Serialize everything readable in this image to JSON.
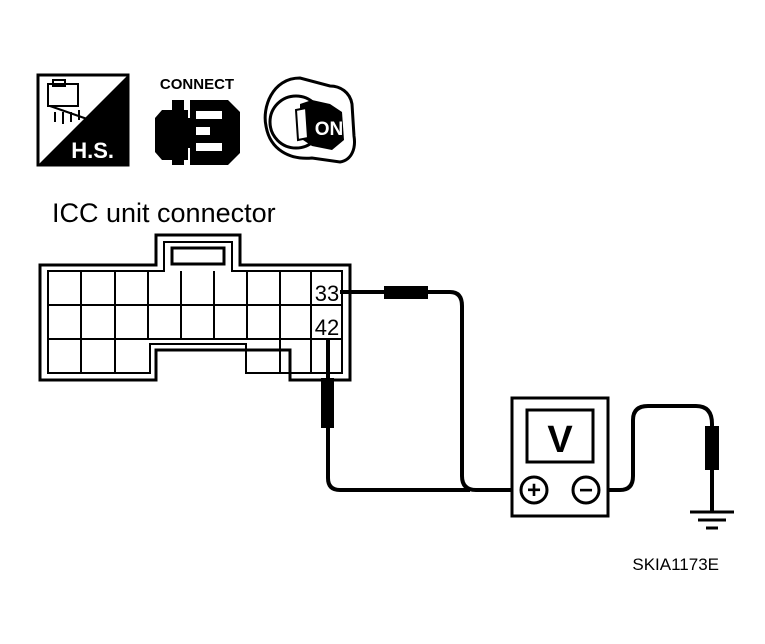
{
  "icons": {
    "hs_label": "H.S.",
    "connect_label": "CONNECT",
    "ignition_label": "ON"
  },
  "connector": {
    "title": "ICC unit connector",
    "pin_top": "33",
    "pin_bottom": "42"
  },
  "meter": {
    "label": "V",
    "positive_symbol": "+",
    "negative_symbol": "−"
  },
  "figure_code": "SKIA1173E",
  "colors": {
    "line": "#000000",
    "background": "#ffffff"
  }
}
